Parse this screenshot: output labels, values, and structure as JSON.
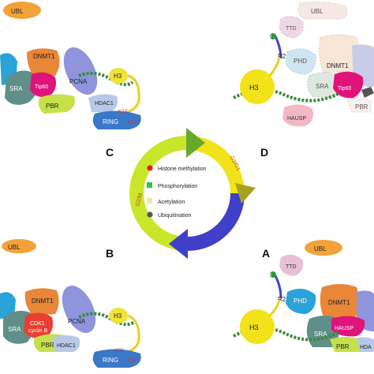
{
  "panels": [
    {
      "letter": "C"
    },
    {
      "letter": "D"
    },
    {
      "letter": "B"
    },
    {
      "letter": "A"
    }
  ],
  "cycle": {
    "phase_top": "G2/G1",
    "phase_left": "G2/M",
    "colors": {
      "yellow": "#f2e21a",
      "lime": "#c9e62a",
      "blue": "#3f3fc8",
      "green": "#6aa82a",
      "olive": "#a8a020"
    }
  },
  "legend": [
    {
      "label": "Histone methylation",
      "marker": "red-dot",
      "color": "#e02020"
    },
    {
      "label": "Phosphorylation",
      "marker": "green-square",
      "color": "#2fc24a"
    },
    {
      "label": "Acetylation",
      "marker": "yellow-square",
      "color": "#f3e7a0"
    },
    {
      "label": "Ubiquitination",
      "marker": "grey-dot",
      "color": "#555555"
    }
  ],
  "proteins": {
    "ubl": "UBL",
    "dnmt1": "DNMT1",
    "sra": "SRA",
    "pcna": "PCNA",
    "pbr": "PBR",
    "hdac1": "HDAC1",
    "hdac_short": "HDA",
    "h3": "H3",
    "ring": "RING",
    "k23": "K23",
    "k18": "K18",
    "ttd": "TTD",
    "phd": "PHD",
    "r2": "R2",
    "k9": "K9",
    "hausp": "HAUSP",
    "cdk1": "CDK1",
    "cyclin_b": "cyclin B",
    "tip60": "Tip60"
  }
}
